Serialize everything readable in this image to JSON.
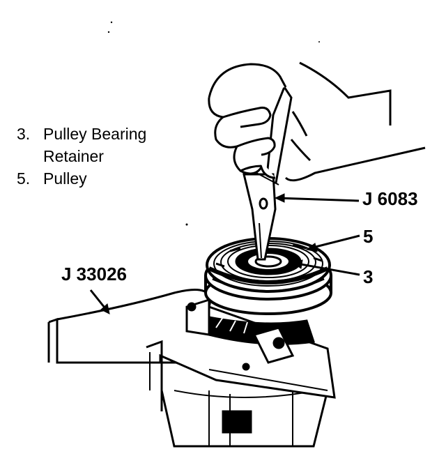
{
  "legend": {
    "items": [
      {
        "number": "3.",
        "text": "Pulley Bearing Retainer"
      },
      {
        "number": "5.",
        "text": "Pulley"
      }
    ]
  },
  "callouts": {
    "j6083": "J 6083",
    "item5": "5",
    "item3": "3",
    "j33026": "J 33026"
  },
  "colors": {
    "ink": "#000000",
    "paper": "#ffffff"
  }
}
